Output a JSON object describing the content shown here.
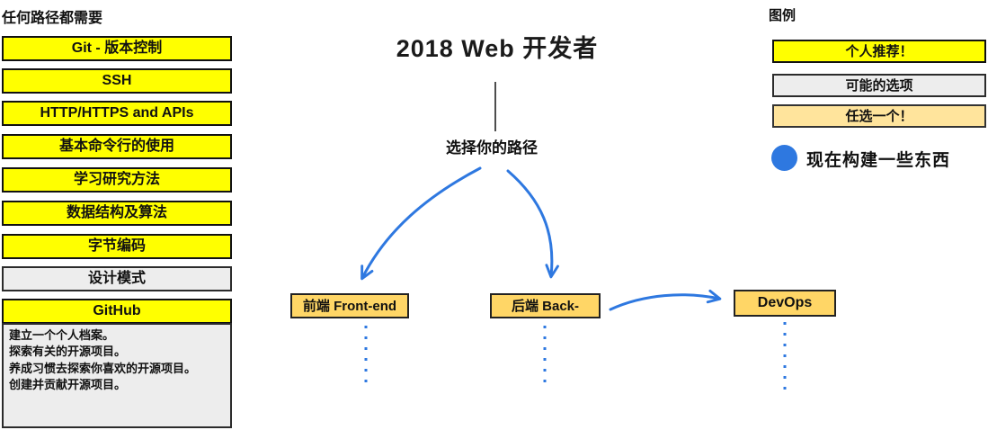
{
  "left_panel": {
    "header": "任何路径都需要",
    "items": [
      {
        "label": "Git - 版本控制",
        "type": "yellow"
      },
      {
        "label": "SSH",
        "type": "yellow"
      },
      {
        "label": "HTTP/HTTPS and APIs",
        "type": "yellow"
      },
      {
        "label": "基本命令行的使用",
        "type": "yellow"
      },
      {
        "label": "学习研究方法",
        "type": "yellow"
      },
      {
        "label": "数据结构及算法",
        "type": "yellow"
      },
      {
        "label": "字节编码",
        "type": "yellow"
      },
      {
        "label": "设计模式",
        "type": "gray"
      }
    ],
    "github": {
      "title": "GitHub",
      "notes": [
        "建立一个个人档案。",
        "探索有关的开源项目。",
        "养成习惯去探索你喜欢的开源项目。",
        "创建并贡献开源项目。"
      ]
    }
  },
  "center": {
    "title": "2018 Web 开发者",
    "subtitle": "选择你的路径",
    "nodes": [
      {
        "label": "前端 Front-end"
      },
      {
        "label": "后端 Back-"
      },
      {
        "label": "DevOps"
      }
    ]
  },
  "legend": {
    "header": "图例",
    "items": [
      {
        "label": "个人推荐！",
        "type": "yellow"
      },
      {
        "label": "可能的选项",
        "type": "gray"
      },
      {
        "label": "任选一个！",
        "type": "orange-light"
      }
    ],
    "build_note": "现在构建一些东西"
  },
  "colors": {
    "recommended_yellow": "#FFFF00",
    "possible_gray": "#EDEDED",
    "node_amber": "#FFD666",
    "pick_one_cream": "#FFE49C",
    "arrow_blue": "#2E78E0",
    "border_black": "#111111"
  }
}
